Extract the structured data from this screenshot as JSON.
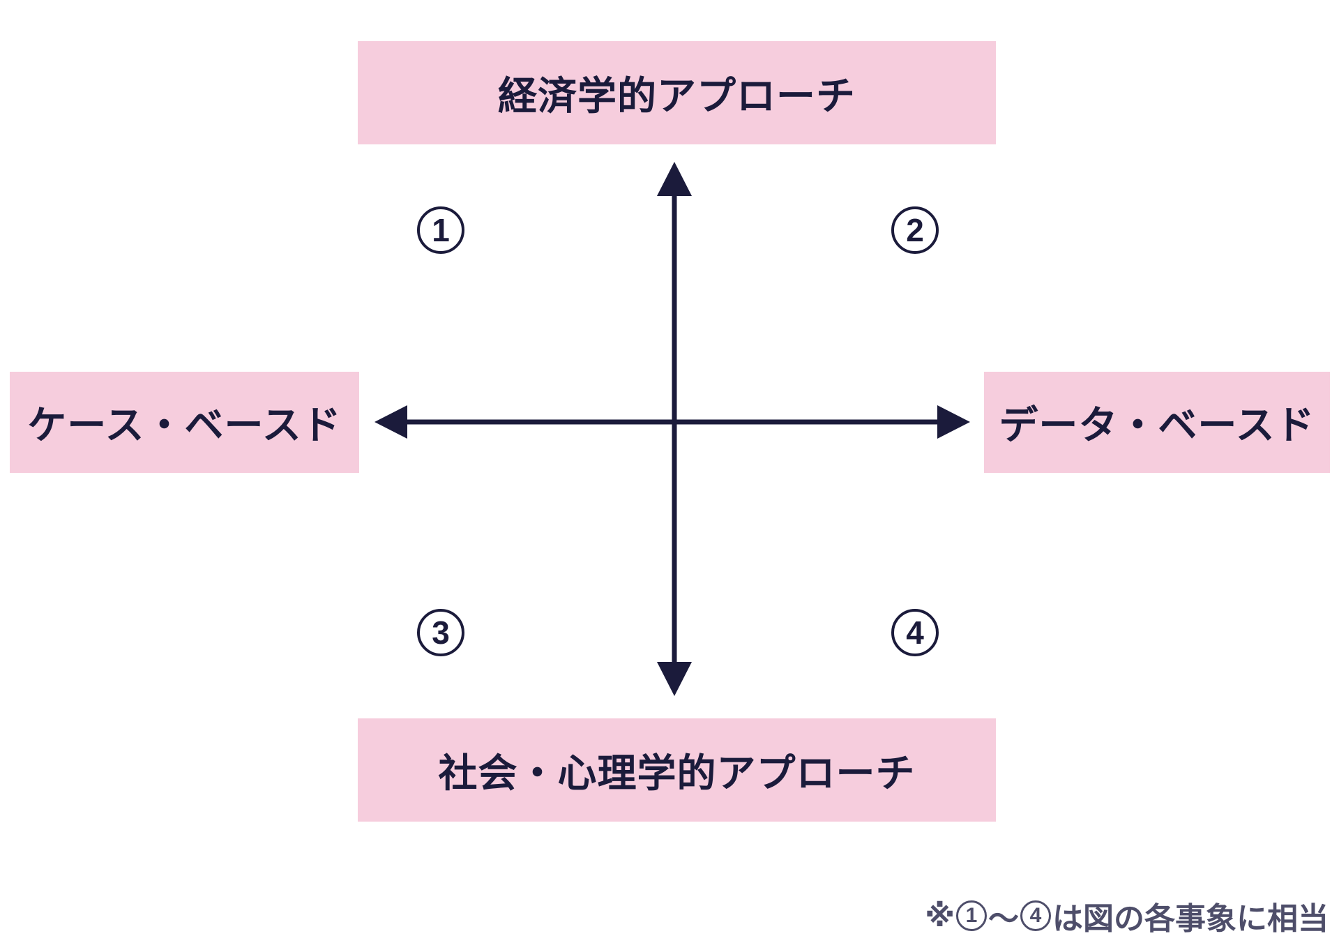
{
  "diagram": {
    "top_label": "経済学的アプローチ",
    "bottom_label": "社会・心理学的アプローチ",
    "left_label": "ケース・ベースド",
    "right_label": "データ・ベースド",
    "quadrant_markers": [
      {
        "number": "1",
        "position": "top-left"
      },
      {
        "number": "2",
        "position": "top-right"
      },
      {
        "number": "3",
        "position": "bottom-left"
      },
      {
        "number": "4",
        "position": "bottom-right"
      }
    ],
    "footnote": {
      "prefix": "※",
      "range_start": "1",
      "range_separator": "〜",
      "range_end": "4",
      "suffix": "は図の各事象に相当"
    },
    "colors": {
      "label_background": "#F6CDDD",
      "text": "#1B1B3B",
      "axis": "#1B1B3B",
      "footnote_text": "#4E4E6A"
    }
  }
}
